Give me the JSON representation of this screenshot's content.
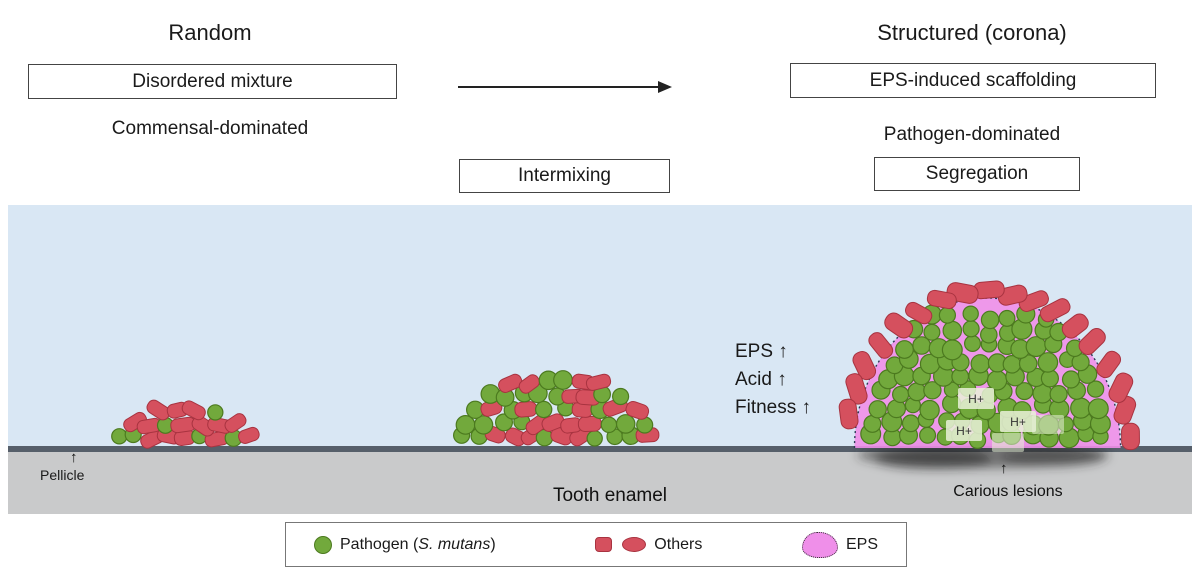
{
  "header": {
    "left_title": "Random",
    "left_box_label": "Disordered mixture",
    "left_subtitle": "Commensal-dominated",
    "middle_box_label": "Intermixing",
    "right_title": "Structured (corona)",
    "right_box_label": "EPS-induced scaffolding",
    "right_subtitle": "Pathogen-dominated",
    "right_box2_label": "Segregation"
  },
  "diagram": {
    "annotations": {
      "eps_up": "EPS ↑",
      "acid_up": "Acid ↑",
      "fitness_up": "Fitness ↑",
      "h_plus": "H+",
      "up_arrow": "↑",
      "pellicle": "Pellicle",
      "tooth_enamel": "Tooth enamel",
      "carious_lesions": "Carious lesions"
    },
    "colors": {
      "sky": "#d9e7f4",
      "enamel": "#c9cacb",
      "pellicle_line": "#565f6a",
      "pathogen_green": "#72a93c",
      "pathogen_stroke": "#4c7a1f",
      "others_red": "#d5505e",
      "others_stroke": "#a83340",
      "eps_pink": "#ef8fe9",
      "lesion_shadow": "#2e2e2e"
    }
  },
  "legend": {
    "pathogen_prefix": "Pathogen (",
    "pathogen_species": "S. mutans",
    "pathogen_suffix": ")",
    "others_label": "Others",
    "eps_label": "EPS"
  }
}
